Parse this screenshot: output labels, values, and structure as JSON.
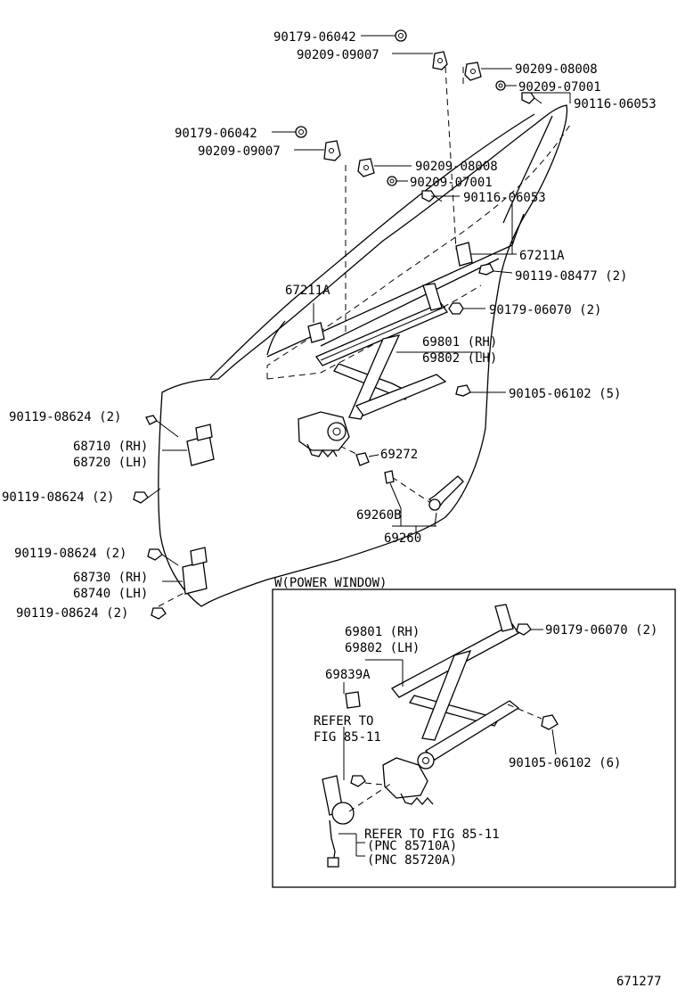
{
  "labels": {
    "c1": "90179-06042",
    "c2": "90209-09007",
    "c3": "90209-08008",
    "c4": "90209-07001",
    "c5": "90116-06053",
    "c6": "90179-06042",
    "c7": "90209-09007",
    "c8": "90209-08008",
    "c9": "90209-07001",
    "c10": "90116-06053",
    "c11": "67211A",
    "c12": "90119-08477 (2)",
    "c13": "67211A",
    "c14": "90179-06070 (2)",
    "c15": "69801 (RH)",
    "c16": "69802 (LH)",
    "c17": "90105-06102 (5)",
    "c18": "90119-08624 (2)",
    "c19": "68710 (RH)",
    "c20": "68720 (LH)",
    "c21": "90119-08624 (2)",
    "c22": "69272",
    "c23": "69260B",
    "c24": "69260",
    "c25": "90119-08624 (2)",
    "c26": "68730 (RH)",
    "c27": "68740 (LH)",
    "c28": "90119-08624 (2)",
    "pw_title": "W(POWER WINDOW)",
    "pw1": "69801 (RH)",
    "pw2": "69802 (LH)",
    "pw3": "69839A",
    "pw4": "90179-06070 (2)",
    "pw5": "REFER TO",
    "pw6": "FIG 85-11",
    "pw7": "90105-06102 (6)",
    "pw8": "REFER TO FIG 85-11",
    "pw9": "(PNC 85710A)",
    "pw10": "(PNC 85720A)",
    "fig_no": "671277"
  }
}
